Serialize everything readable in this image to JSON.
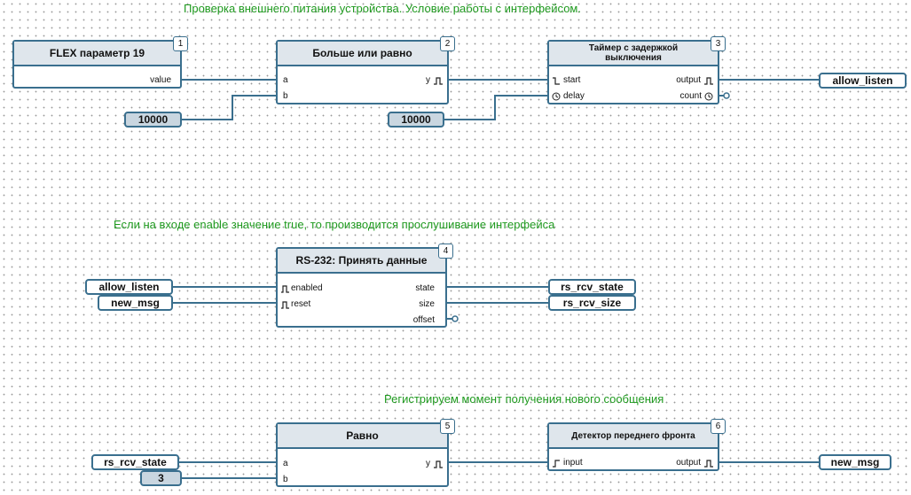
{
  "comments": {
    "c1": "Проверка внешнего питания устройства. Условие работы с интерфейсом.",
    "c2": "Если на входе enable значение true, то производится прослушивание интерфейса",
    "c3": "Регистрируем момент получения нового сообщения"
  },
  "blocks": {
    "b1": {
      "title": "FLEX параметр 19",
      "num": "1",
      "out_value": "value"
    },
    "b2": {
      "title": "Больше или равно",
      "num": "2",
      "in_a": "a",
      "in_b": "b",
      "out_y": "y"
    },
    "b3": {
      "title": "Таймер с задержкой выключения",
      "num": "3",
      "in_start": "start",
      "in_delay": "delay",
      "out_output": "output",
      "out_count": "count"
    },
    "b4": {
      "title": "RS-232: Принять данные",
      "num": "4",
      "in_enabled": "enabled",
      "in_reset": "reset",
      "out_state": "state",
      "out_size": "size",
      "out_offset": "offset"
    },
    "b5": {
      "title": "Равно",
      "num": "5",
      "in_a": "a",
      "in_b": "b",
      "out_y": "y"
    },
    "b6": {
      "title": "Детектор переднего фронта",
      "num": "6",
      "in_input": "input",
      "out_output": "output"
    }
  },
  "constants": {
    "k1": "10000",
    "k2": "10000",
    "k3": "3"
  },
  "variables": {
    "v_allow_out": "allow_listen",
    "v_allow_in": "allow_listen",
    "v_newmsg_in": "new_msg",
    "v_state_out": "rs_rcv_state",
    "v_size_out": "rs_rcv_size",
    "v_state_in": "rs_rcv_state",
    "v_newmsg_out": "new_msg"
  },
  "colors": {
    "wire": "#3a6f8e",
    "comment": "#1f9a1f",
    "header": "#dfe6ec",
    "constant_fill": "#c9d6e0"
  }
}
